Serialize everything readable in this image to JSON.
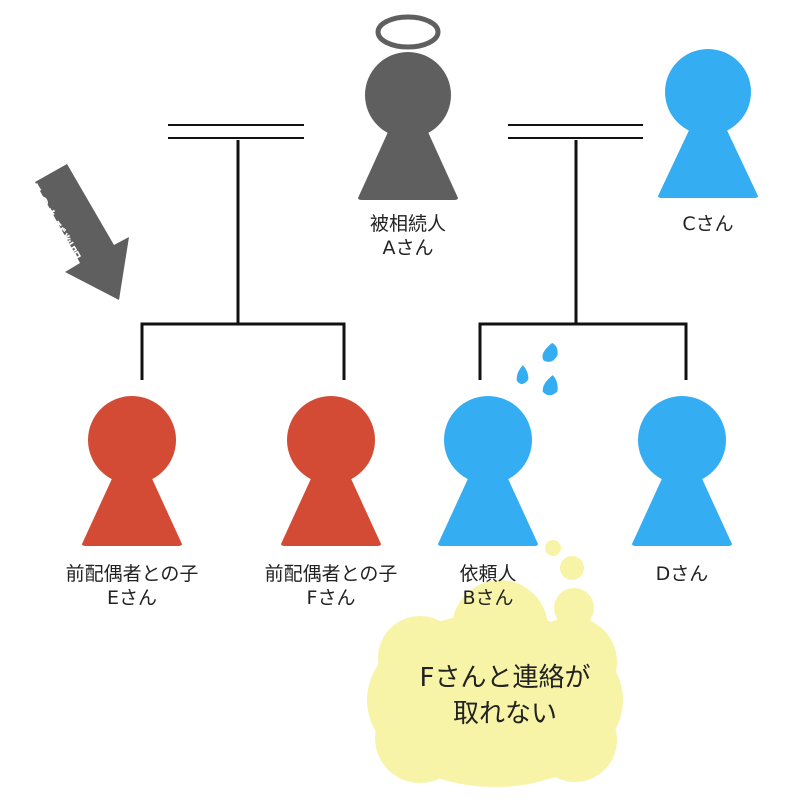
{
  "colors": {
    "deceased": "#5f5f5f",
    "family": "#34adf3",
    "discovered": "#d34b34",
    "line": "#111111",
    "cloud": "#f7f4a8",
    "arrow": "#5f5f5f"
  },
  "people": {
    "a": {
      "line1": "被相続人",
      "line2": "Aさん"
    },
    "c": {
      "line1": "Cさん"
    },
    "e": {
      "line1": "前配偶者との子",
      "line2": "Eさん"
    },
    "f": {
      "line1": "前配偶者との子",
      "line2": "Fさん"
    },
    "b": {
      "line1": "依頼人",
      "line2": "Bさん"
    },
    "d": {
      "line1": "Dさん"
    }
  },
  "arrow_label": "このたび判明",
  "thought": {
    "line1": "Fさんと連絡が",
    "line2": "取れない"
  }
}
